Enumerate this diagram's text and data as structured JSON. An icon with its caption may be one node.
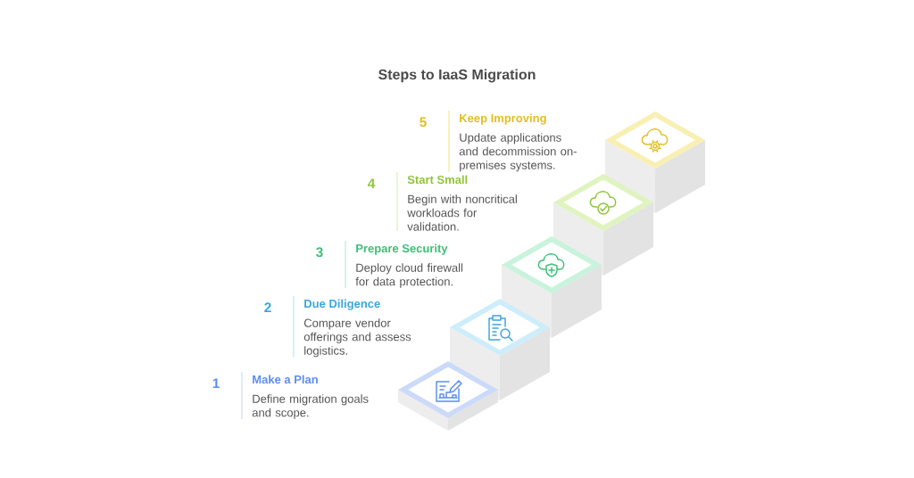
{
  "diagram": {
    "title": "Steps to IaaS Migration",
    "labels": [
      "5",
      "Keep Improving",
      "Update applications and decommission on-premises systems.",
      "4",
      "Start Small",
      "Begin with noncritical workloads for validation.",
      "3",
      "Prepare Security",
      "Deploy cloud firewall for data protection.",
      "2",
      "Due Diligence",
      "Compare vendor offerings and assess logistics.",
      "1",
      "Make a Plan",
      "Define migration goals and scope."
    ]
  }
}
